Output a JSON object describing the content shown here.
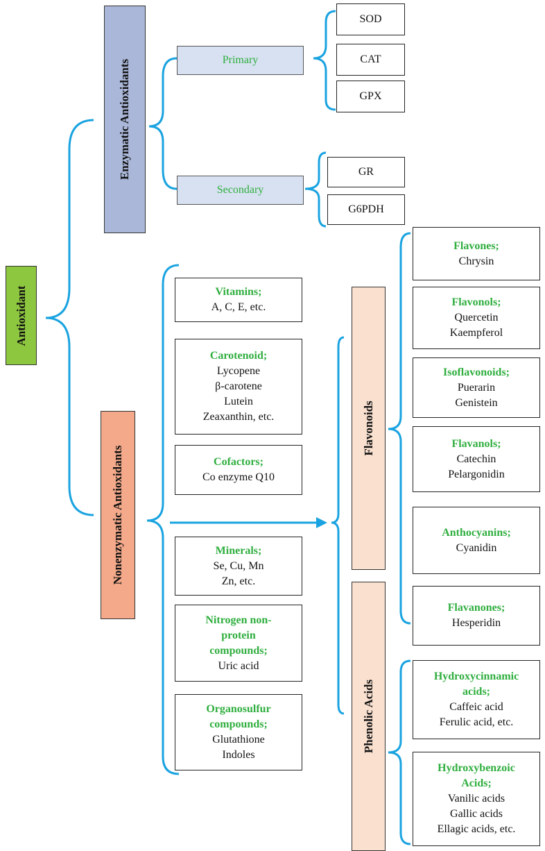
{
  "root": {
    "label": "Antioxidant",
    "color": "#8dc63f"
  },
  "enzymatic": {
    "label": "Enzymatic Antioxidants",
    "color": "#aab7d8",
    "primary": {
      "label": "Primary",
      "items": [
        "SOD",
        "CAT",
        "GPX"
      ]
    },
    "secondary": {
      "label": "Secondary",
      "items": [
        "GR",
        "G6PDH"
      ]
    }
  },
  "nonenzymatic": {
    "label": "Nonenzymatic Antioxidants",
    "color": "#f3a98a",
    "groups": [
      {
        "title": "Vitamins;",
        "lines": [
          "A, C, E, etc."
        ]
      },
      {
        "title": "Carotenoid;",
        "lines": [
          "Lycopene",
          "β-carotene",
          "Lutein",
          "Zeaxanthin, etc."
        ]
      },
      {
        "title": "Cofactors;",
        "lines": [
          "Co enzyme Q10"
        ]
      },
      {
        "title": "Minerals;",
        "lines": [
          "Se, Cu, Mn",
          "Zn, etc."
        ]
      },
      {
        "title": "Nitrogen non-protein compounds;",
        "lines": [
          "Uric acid"
        ]
      },
      {
        "title": "Organosulfur compounds;",
        "lines": [
          "Glutathione",
          "Indoles"
        ]
      }
    ]
  },
  "polyphenols": {
    "color": "#f9e0cf",
    "flavonoids": {
      "label": "Flavonoids",
      "classes": [
        {
          "title": "Flavones;",
          "lines": [
            "Chrysin"
          ]
        },
        {
          "title": "Flavonols;",
          "lines": [
            "Quercetin",
            "Kaempferol"
          ]
        },
        {
          "title": "Isoflavonoids;",
          "lines": [
            "Puerarin",
            "Genistein"
          ]
        },
        {
          "title": "Flavanols;",
          "lines": [
            "Catechin",
            "Pelargonidin"
          ]
        },
        {
          "title": "Anthocyanins;",
          "lines": [
            "Cyanidin"
          ]
        },
        {
          "title": "Flavanones;",
          "lines": [
            "Hesperidin"
          ]
        }
      ]
    },
    "phenolic_acids": {
      "label": "Phenolic Acids",
      "classes": [
        {
          "title": "Hydroxycinnamic acids;",
          "lines": [
            "Caffeic acid",
            "Ferulic acid, etc."
          ]
        },
        {
          "title": "Hydroxybenzoic Acids;",
          "lines": [
            "Vanilic acids",
            "Gallic acids",
            "Ellagic acids, etc."
          ]
        }
      ]
    }
  },
  "line_color": "#1aa3e0",
  "title_color": "#2fae3e"
}
